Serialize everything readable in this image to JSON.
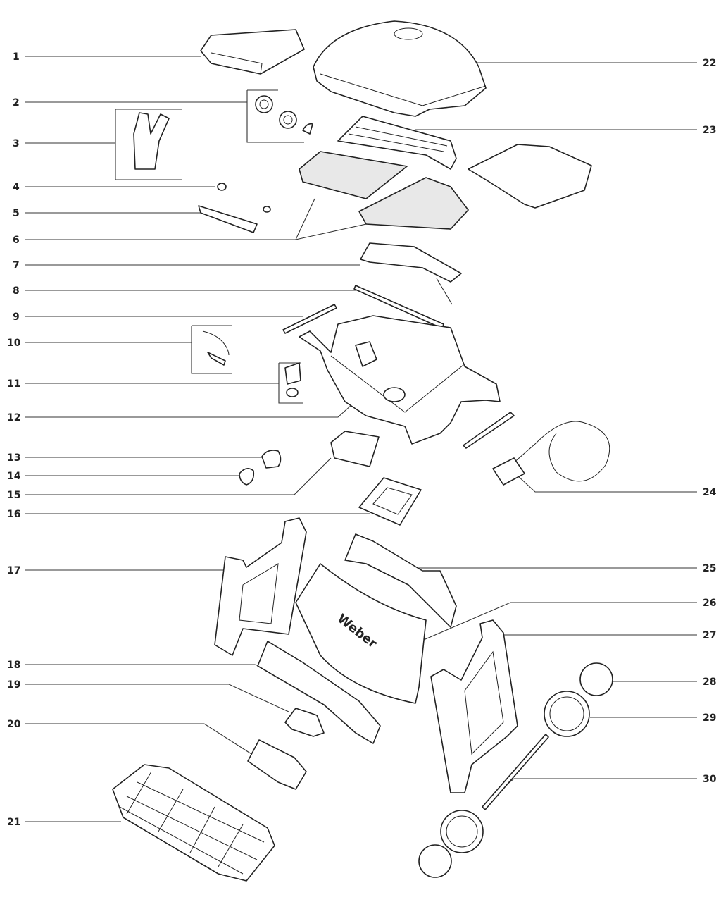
{
  "title": "Exploded parts diagram",
  "callouts_left": [
    "1",
    "2",
    "3",
    "4",
    "5",
    "6",
    "7",
    "8",
    "9",
    "10",
    "11",
    "12",
    "13",
    "14",
    "15",
    "16",
    "17",
    "18",
    "19",
    "20",
    "21"
  ],
  "callouts_right": [
    "22",
    "23",
    "24",
    "25",
    "26",
    "27",
    "28",
    "29",
    "30"
  ],
  "logo_text": "Weber"
}
